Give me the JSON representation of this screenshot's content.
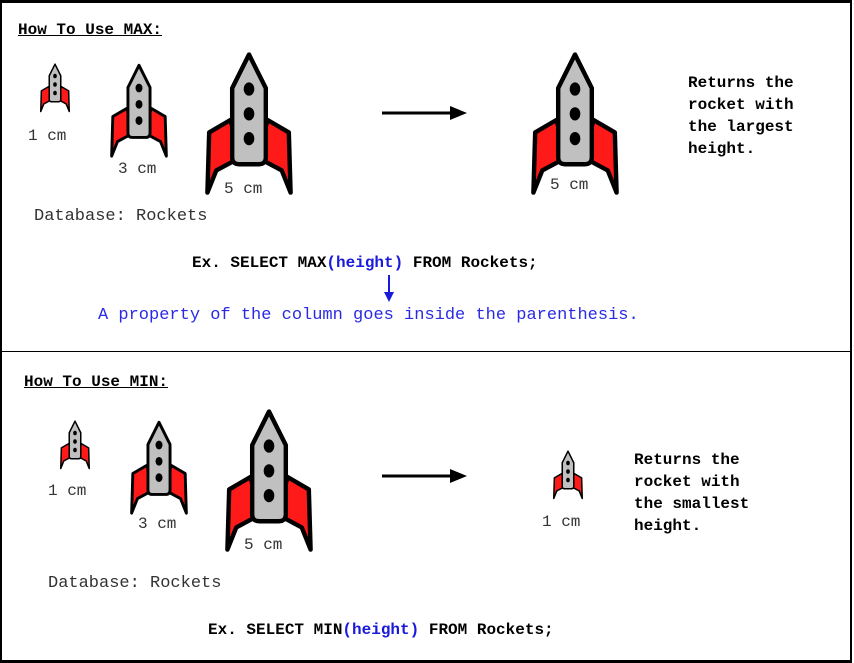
{
  "max_section": {
    "heading": "How To Use MAX:",
    "rockets": [
      {
        "size_label": "1 cm"
      },
      {
        "size_label": "3 cm"
      },
      {
        "size_label": "5 cm"
      }
    ],
    "result_label": "5 cm",
    "description_lines": [
      "Returns the",
      "rocket with",
      "the largest",
      "height."
    ],
    "database_label": "Database: Rockets",
    "query": {
      "prefix": "Ex. SELECT MAX",
      "argument": "(height)",
      "suffix": " FROM Rockets;"
    },
    "note": "A property of the column goes inside the parenthesis."
  },
  "min_section": {
    "heading": "How To Use MIN:",
    "rockets": [
      {
        "size_label": "1 cm"
      },
      {
        "size_label": "3 cm"
      },
      {
        "size_label": "5 cm"
      }
    ],
    "result_label": "1 cm",
    "description_lines": [
      "Returns the",
      "rocket with",
      "the smallest",
      "height."
    ],
    "database_label": "Database: Rockets",
    "query": {
      "prefix": "Ex. SELECT MIN",
      "argument": "(height)",
      "suffix": " FROM Rockets;"
    }
  },
  "colors": {
    "fin": "#ff1a1a",
    "body": "#c0c0c0",
    "outline": "#000000",
    "accent_text": "#1a1adb",
    "note_text": "#2a2ae6"
  },
  "icons": {
    "rocket": "rocket-icon",
    "arrow": "right-arrow-icon",
    "pointer": "down-arrow-icon"
  }
}
